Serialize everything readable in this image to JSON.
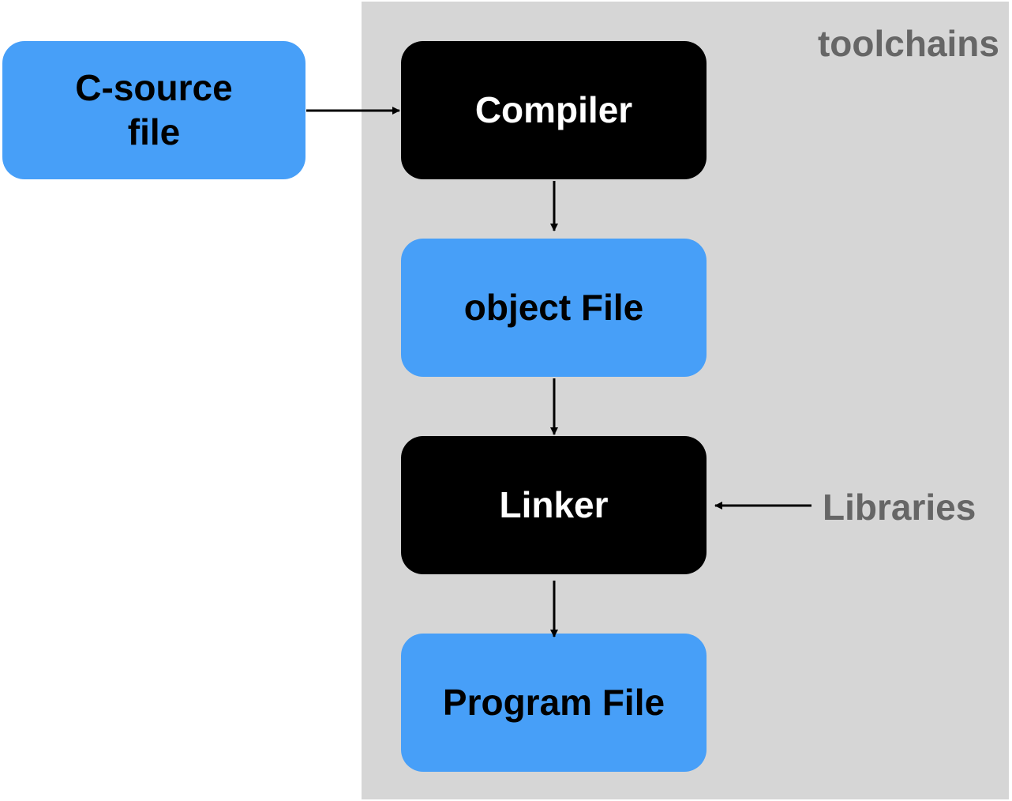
{
  "diagram": {
    "group_label": "toolchains",
    "nodes": {
      "c_source": "C-source\nfile",
      "compiler": "Compiler",
      "object_file": "object File",
      "linker": "Linker",
      "program_file": "Program File"
    },
    "libraries_label": "Libraries",
    "colors": {
      "file_node": "#479ff8",
      "tool_node": "#000000",
      "group_background": "#d6d6d6",
      "muted_text": "#666666"
    }
  }
}
